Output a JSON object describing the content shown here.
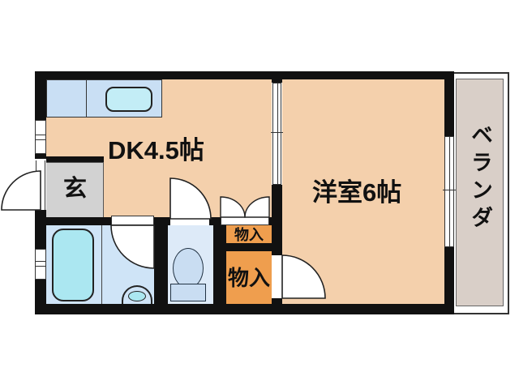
{
  "plan": {
    "type": "apartment-floor-plan",
    "rooms": {
      "dk": {
        "label": "DK4.5帖"
      },
      "entrance": {
        "label": "玄"
      },
      "western_room": {
        "label": "洋室6帖"
      },
      "closet_upper": {
        "label": "物入"
      },
      "closet_lower": {
        "label": "物入"
      },
      "veranda": {
        "label": "ベランダ"
      }
    },
    "fixtures": [
      "kitchen-counter",
      "kitchen-sink",
      "bathtub",
      "washbasin",
      "toilet",
      "entrance-door",
      "washroom-door",
      "toilet-door",
      "closet-double-door",
      "western-room-door",
      "sliding-door",
      "window",
      "veranda-window"
    ],
    "colors": {
      "floor": "#f4d0ac",
      "wall": "#111111",
      "entrance_floor": "#d2d2d2",
      "washroom": "#cfe4f7",
      "toilet_room": "#ddeaf8",
      "closet": "#ef9e4e",
      "counter": "#c9dff4",
      "sink": "#c3edf6",
      "tub": "#abe7f1",
      "fixture_blue": "#c9ddf2",
      "veranda": "#d9cfc8",
      "text": "#111111"
    }
  }
}
